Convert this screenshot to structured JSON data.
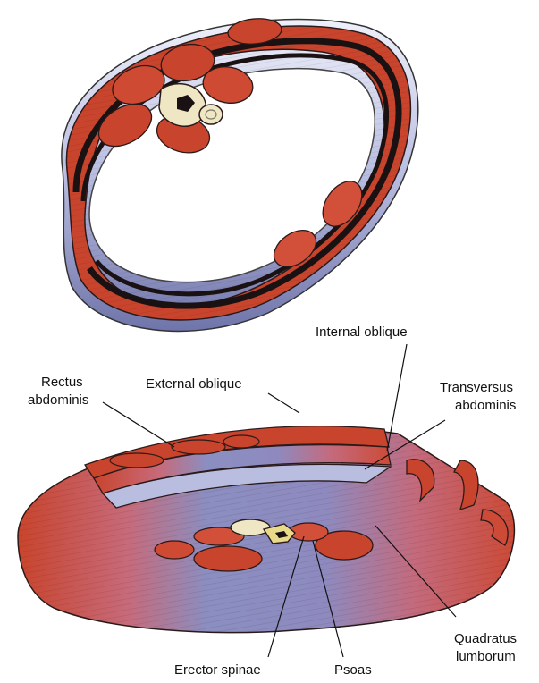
{
  "labels": {
    "internal_oblique": "Internal oblique",
    "rectus_abdominis_1": "Rectus",
    "rectus_abdominis_2": "abdominis",
    "external_oblique": "External oblique",
    "transversus_abdominis_1": "Transversus",
    "transversus_abdominis_2": "abdominis",
    "quadratus_lumborum_1": "Quadratus",
    "quadratus_lumborum_2": "lumborum",
    "erector_spinae": "Erector spinae",
    "psoas": "Psoas"
  },
  "colors": {
    "muscle_red": "#c9442c",
    "muscle_light": "#e06a55",
    "fascia_blue": "#8b8ec0",
    "fascia_light": "#d4d6ec",
    "sheath_black": "#1a1212",
    "bone": "#efe6c4"
  }
}
